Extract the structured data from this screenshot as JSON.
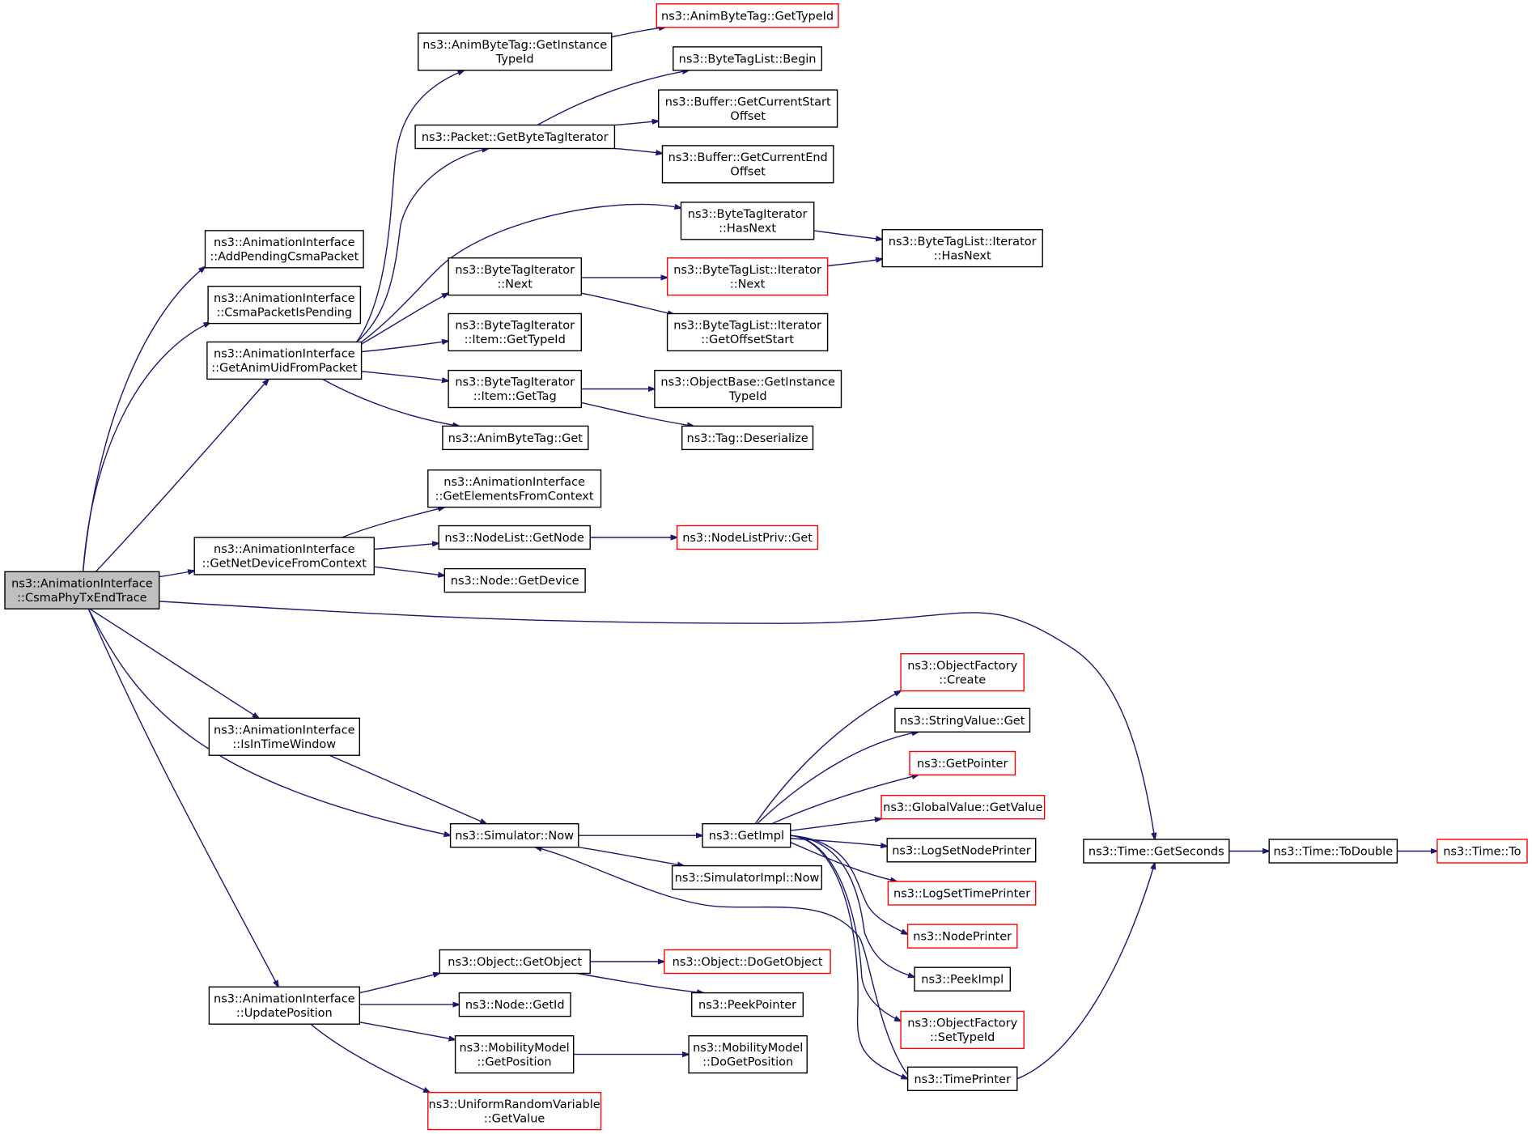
{
  "colors": {
    "edge": "#191970",
    "link_border": "#000000",
    "undocumented_border": "#ff0000",
    "root_fill": "#bfbfbf"
  },
  "nodes": [
    {
      "id": "root",
      "lines": [
        "ns3::AnimationInterface",
        "::CsmaPhyTxEndTrace"
      ],
      "style": "root"
    },
    {
      "id": "addPending",
      "lines": [
        "ns3::AnimationInterface",
        "::AddPendingCsmaPacket"
      ],
      "style": "normal"
    },
    {
      "id": "csmaPending",
      "lines": [
        "ns3::AnimationInterface",
        "::CsmaPacketIsPending"
      ],
      "style": "normal"
    },
    {
      "id": "getAnimUid",
      "lines": [
        "ns3::AnimationInterface",
        "::GetAnimUidFromPacket"
      ],
      "style": "normal"
    },
    {
      "id": "getNetDev",
      "lines": [
        "ns3::AnimationInterface",
        "::GetNetDeviceFromContext"
      ],
      "style": "normal"
    },
    {
      "id": "isInTime",
      "lines": [
        "ns3::AnimationInterface",
        "::IsInTimeWindow"
      ],
      "style": "normal"
    },
    {
      "id": "updatePos",
      "lines": [
        "ns3::AnimationInterface",
        "::UpdatePosition"
      ],
      "style": "normal"
    },
    {
      "id": "animGetInst",
      "lines": [
        "ns3::AnimByteTag::GetInstance",
        "TypeId"
      ],
      "style": "normal"
    },
    {
      "id": "animGetType",
      "lines": [
        "ns3::AnimByteTag::GetTypeId"
      ],
      "style": "red"
    },
    {
      "id": "pktGetBTI",
      "lines": [
        "ns3::Packet::GetByteTagIterator"
      ],
      "style": "normal"
    },
    {
      "id": "btlBegin",
      "lines": [
        "ns3::ByteTagList::Begin"
      ],
      "style": "normal"
    },
    {
      "id": "bufStart",
      "lines": [
        "ns3::Buffer::GetCurrentStart",
        "Offset"
      ],
      "style": "normal"
    },
    {
      "id": "bufEnd",
      "lines": [
        "ns3::Buffer::GetCurrentEnd",
        "Offset"
      ],
      "style": "normal"
    },
    {
      "id": "btiHasNext",
      "lines": [
        "ns3::ByteTagIterator",
        "::HasNext"
      ],
      "style": "normal"
    },
    {
      "id": "btliHasNext",
      "lines": [
        "ns3::ByteTagList::Iterator",
        "::HasNext"
      ],
      "style": "normal"
    },
    {
      "id": "btiNext",
      "lines": [
        "ns3::ByteTagIterator",
        "::Next"
      ],
      "style": "normal"
    },
    {
      "id": "btliNext",
      "lines": [
        "ns3::ByteTagList::Iterator",
        "::Next"
      ],
      "style": "red"
    },
    {
      "id": "btliOffset",
      "lines": [
        "ns3::ByteTagList::Iterator",
        "::GetOffsetStart"
      ],
      "style": "normal"
    },
    {
      "id": "btiItemType",
      "lines": [
        "ns3::ByteTagIterator",
        "::Item::GetTypeId"
      ],
      "style": "normal"
    },
    {
      "id": "btiItemTag",
      "lines": [
        "ns3::ByteTagIterator",
        "::Item::GetTag"
      ],
      "style": "normal"
    },
    {
      "id": "objBaseInst",
      "lines": [
        "ns3::ObjectBase::GetInstance",
        "TypeId"
      ],
      "style": "normal"
    },
    {
      "id": "tagDeser",
      "lines": [
        "ns3::Tag::Deserialize"
      ],
      "style": "normal"
    },
    {
      "id": "animGet",
      "lines": [
        "ns3::AnimByteTag::Get"
      ],
      "style": "normal"
    },
    {
      "id": "getElements",
      "lines": [
        "ns3::AnimationInterface",
        "::GetElementsFromContext"
      ],
      "style": "normal"
    },
    {
      "id": "nodeListGetNode",
      "lines": [
        "ns3::NodeList::GetNode"
      ],
      "style": "normal"
    },
    {
      "id": "nodeListPrivGet",
      "lines": [
        "ns3::NodeListPriv::Get"
      ],
      "style": "red"
    },
    {
      "id": "nodeGetDevice",
      "lines": [
        "ns3::Node::GetDevice"
      ],
      "style": "normal"
    },
    {
      "id": "simNow",
      "lines": [
        "ns3::Simulator::Now"
      ],
      "style": "normal"
    },
    {
      "id": "getImpl",
      "lines": [
        "ns3::GetImpl"
      ],
      "style": "normal"
    },
    {
      "id": "simImplNow",
      "lines": [
        "ns3::SimulatorImpl::Now"
      ],
      "style": "normal"
    },
    {
      "id": "objFactCreate",
      "lines": [
        "ns3::ObjectFactory",
        "::Create"
      ],
      "style": "red"
    },
    {
      "id": "stringValueGet",
      "lines": [
        "ns3::StringValue::Get"
      ],
      "style": "normal"
    },
    {
      "id": "getPointer",
      "lines": [
        "ns3::GetPointer"
      ],
      "style": "red"
    },
    {
      "id": "globalValueGet",
      "lines": [
        "ns3::GlobalValue::GetValue"
      ],
      "style": "red"
    },
    {
      "id": "logSetNode",
      "lines": [
        "ns3::LogSetNodePrinter"
      ],
      "style": "normal"
    },
    {
      "id": "logSetTime",
      "lines": [
        "ns3::LogSetTimePrinter"
      ],
      "style": "red"
    },
    {
      "id": "nodePrinter",
      "lines": [
        "ns3::NodePrinter"
      ],
      "style": "red"
    },
    {
      "id": "peekImpl",
      "lines": [
        "ns3::PeekImpl"
      ],
      "style": "normal"
    },
    {
      "id": "objFactSetType",
      "lines": [
        "ns3::ObjectFactory",
        "::SetTypeId"
      ],
      "style": "red"
    },
    {
      "id": "timePrinter",
      "lines": [
        "ns3::TimePrinter"
      ],
      "style": "normal"
    },
    {
      "id": "timeGetSeconds",
      "lines": [
        "ns3::Time::GetSeconds"
      ],
      "style": "normal"
    },
    {
      "id": "timeToDouble",
      "lines": [
        "ns3::Time::ToDouble"
      ],
      "style": "normal"
    },
    {
      "id": "timeTo",
      "lines": [
        "ns3::Time::To"
      ],
      "style": "red"
    },
    {
      "id": "objGetObject",
      "lines": [
        "ns3::Object::GetObject"
      ],
      "style": "normal"
    },
    {
      "id": "objDoGetObject",
      "lines": [
        "ns3::Object::DoGetObject"
      ],
      "style": "red"
    },
    {
      "id": "nodeGetId",
      "lines": [
        "ns3::Node::GetId"
      ],
      "style": "normal"
    },
    {
      "id": "peekPointer",
      "lines": [
        "ns3::PeekPointer"
      ],
      "style": "normal"
    },
    {
      "id": "mobGetPos",
      "lines": [
        "ns3::MobilityModel",
        "::GetPosition"
      ],
      "style": "normal"
    },
    {
      "id": "mobDoGetPos",
      "lines": [
        "ns3::MobilityModel",
        "::DoGetPosition"
      ],
      "style": "normal"
    },
    {
      "id": "uniformGetValue",
      "lines": [
        "ns3::UniformRandomVariable",
        "::GetValue"
      ],
      "style": "red"
    }
  ]
}
